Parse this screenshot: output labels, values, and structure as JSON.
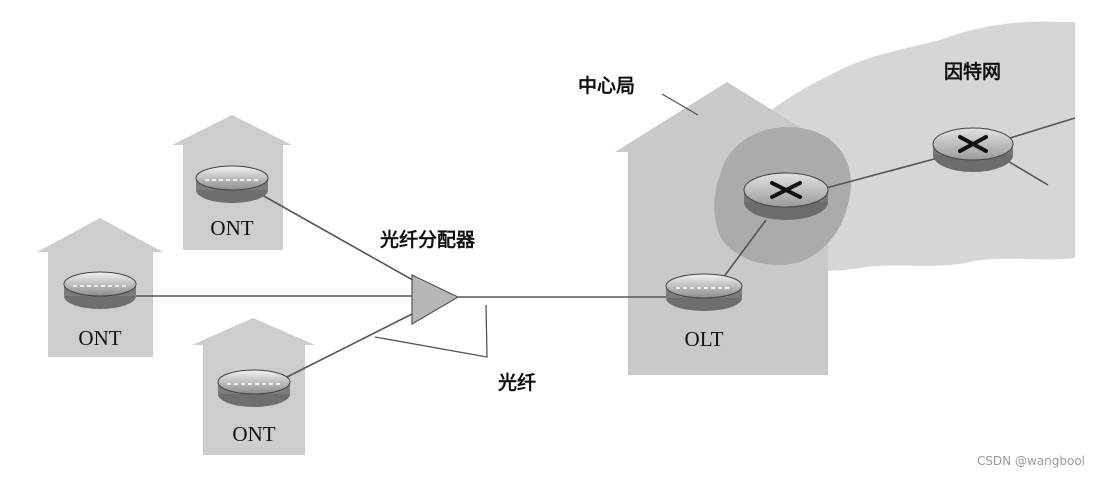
{
  "labels": {
    "central_office": "中心局",
    "internet": "因特网",
    "splitter": "光纤分配器",
    "fiber": "光纤",
    "ont_1": "ONT",
    "ont_2": "ONT",
    "ont_3": "ONT",
    "olt": "OLT"
  },
  "watermark": "CSDN @wangbool",
  "colors": {
    "house": "#cdcdcd",
    "central_office": "#c9c9c9",
    "internet_cloud": "#d6d6d6",
    "internet_dark": "#ababab",
    "splitter": "#b7b7b7",
    "line": "#555555"
  }
}
